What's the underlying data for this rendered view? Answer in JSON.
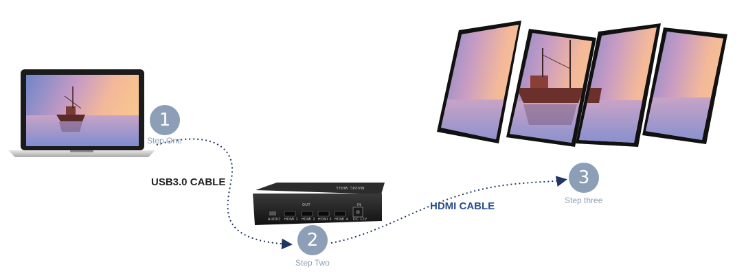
{
  "steps": [
    {
      "number": "1",
      "label": "Step One"
    },
    {
      "number": "2",
      "label": "Step Two"
    },
    {
      "number": "3",
      "label": "Step three"
    }
  ],
  "cables": {
    "usb": "USB3.0 CABLE",
    "hdmi": "HDMI CABLE"
  },
  "device": {
    "brand": "MAGIC WALL",
    "out_label": "OUT",
    "in_label": "IN",
    "ports": [
      "AUDIO",
      "HDMI 1",
      "HDMI 2",
      "HDMI 3",
      "HDMI 4",
      "DC 12V"
    ]
  },
  "colors": {
    "step_circle": "#8d9fb6",
    "step_text": "#8d9fb6",
    "usb_label": "#222222",
    "hdmi_label": "#2b4f8c",
    "cable_line": "#1f3563"
  }
}
